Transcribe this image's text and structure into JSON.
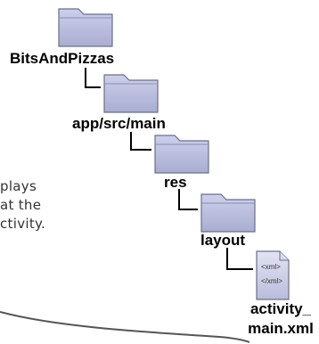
{
  "folders": [
    {
      "id": "root",
      "label": "BitsAndPizzas"
    },
    {
      "id": "main",
      "label": "app/src/main"
    },
    {
      "id": "res",
      "label": "res"
    },
    {
      "id": "layout",
      "label": "layout"
    }
  ],
  "file": {
    "line1": "activity_",
    "line2": "main.xml",
    "icon_tag_open": "<xml>",
    "icon_tag_close": "</xml>"
  },
  "note": {
    "line1": "plays",
    "line2": "at the",
    "line3": "ctivity."
  },
  "colors": {
    "folder_fill": "#bfc3e0",
    "folder_tab": "#c9cce6",
    "folder_stroke": "#6a6f8a",
    "connector": "#000000",
    "note_curve": "#555555"
  }
}
